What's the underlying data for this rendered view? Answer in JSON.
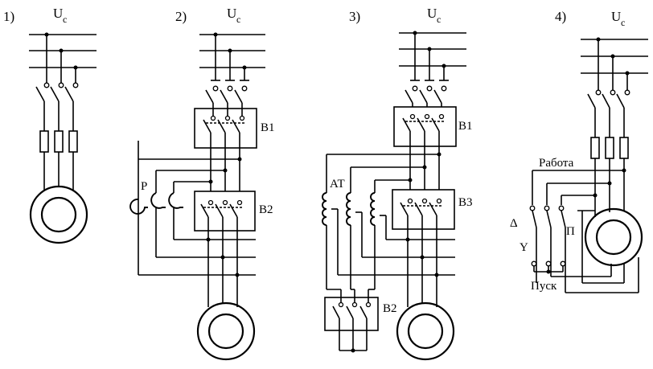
{
  "diagrams": [
    {
      "number": "1)",
      "supply": "U",
      "supply_sub": "c"
    },
    {
      "number": "2)",
      "supply": "U",
      "supply_sub": "c",
      "labels": {
        "b1": "В1",
        "b2": "В2",
        "p": "Р"
      }
    },
    {
      "number": "3)",
      "supply": "U",
      "supply_sub": "c",
      "labels": {
        "b1": "В1",
        "b3": "В3",
        "b2": "В2",
        "at": "АТ"
      }
    },
    {
      "number": "4)",
      "supply": "U",
      "supply_sub": "c",
      "labels": {
        "work": "Работа",
        "delta": "Δ",
        "y": "Y",
        "p": "П",
        "start": "Пуск"
      }
    }
  ]
}
